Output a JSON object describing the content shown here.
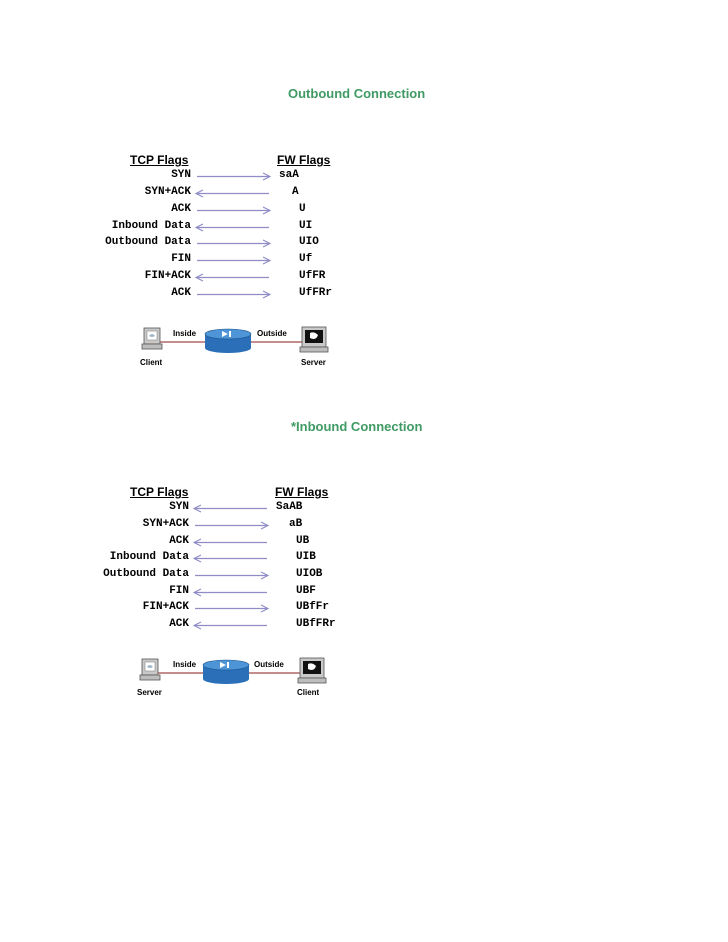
{
  "colors": {
    "title": "#3f9a63",
    "arrow": "#8f8cc6",
    "link": "#8b1e1e",
    "router": "#2a6fb8"
  },
  "sections": [
    {
      "title": "Outbound Connection",
      "tcp_header": "TCP Flags",
      "fw_header": "FW Flags",
      "rows": [
        {
          "tcp": "SYN",
          "fw": "saA",
          "direction": "right"
        },
        {
          "tcp": "SYN+ACK",
          "fw": "A",
          "direction": "left"
        },
        {
          "tcp": "ACK",
          "fw": "U",
          "direction": "right"
        },
        {
          "tcp": "Inbound Data",
          "fw": "UI",
          "direction": "left"
        },
        {
          "tcp": "Outbound Data",
          "fw": "UIO",
          "direction": "right"
        },
        {
          "tcp": "FIN",
          "fw": "Uf",
          "direction": "right"
        },
        {
          "tcp": "FIN+ACK",
          "fw": "UfFR",
          "direction": "left"
        },
        {
          "tcp": "ACK",
          "fw": "UfFRr",
          "direction": "right"
        }
      ],
      "network": {
        "inside_label": "Inside",
        "outside_label": "Outside",
        "left_device": "Client",
        "right_device": "Server"
      }
    },
    {
      "title": "*Inbound Connection",
      "tcp_header": "TCP Flags",
      "fw_header": "FW Flags",
      "rows": [
        {
          "tcp": "SYN",
          "fw": "SaAB",
          "direction": "left"
        },
        {
          "tcp": "SYN+ACK",
          "fw": "aB",
          "direction": "right"
        },
        {
          "tcp": "ACK",
          "fw": "UB",
          "direction": "left"
        },
        {
          "tcp": "Inbound Data",
          "fw": "UIB",
          "direction": "left"
        },
        {
          "tcp": "Outbound Data",
          "fw": "UIOB",
          "direction": "right"
        },
        {
          "tcp": "FIN",
          "fw": "UBF",
          "direction": "left"
        },
        {
          "tcp": "FIN+ACK",
          "fw": "UBfFr",
          "direction": "right"
        },
        {
          "tcp": "ACK",
          "fw": "UBfFRr",
          "direction": "left"
        }
      ],
      "network": {
        "inside_label": "Inside",
        "outside_label": "Outside",
        "left_device": "Server",
        "right_device": "Client"
      }
    }
  ]
}
